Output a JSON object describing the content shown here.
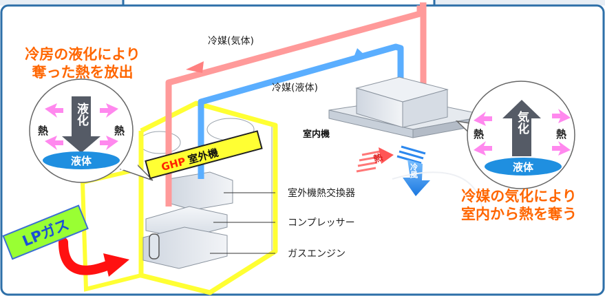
{
  "captions": {
    "left_line1": "冷房の液化により",
    "left_line2": "奪った熱を放出",
    "right_line1": "冷媒の気化により",
    "right_line2": "室内から熱を奪う"
  },
  "pipes": {
    "gas_label": "冷媒(気体)",
    "liquid_label": "冷媒(液体)"
  },
  "outdoor_bubble": {
    "heat_left": "熱",
    "heat_right": "熱",
    "process": "液化",
    "state": "液体"
  },
  "indoor_bubble": {
    "heat_left": "熱",
    "heat_right": "熱",
    "process": "気化",
    "state": "液体"
  },
  "indoor_unit": {
    "label": "室内機",
    "heat": "熱",
    "cold_air": "冷風"
  },
  "outdoor_unit": {
    "tag_prefix": "GHP",
    "tag_suffix": "室外機",
    "heat_exchanger": "室外機熱交換器",
    "compressor": "コンプレッサー",
    "engine": "ガスエンジン"
  },
  "fuel": {
    "label": "LPガス"
  },
  "colors": {
    "gas_pipe": "#ff8080",
    "liquid_pipe": "#4da6ff",
    "caption": "#ff6600",
    "frame": "#ffff33",
    "fuel_arrow": "#ff1111",
    "fuel_tag": "#99ff33",
    "bubble_badge": "#1f8fe0",
    "border": "#2d6fa8"
  }
}
